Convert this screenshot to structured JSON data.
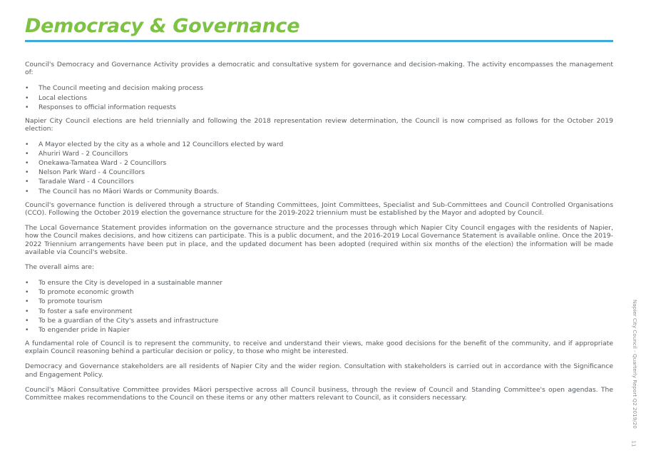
{
  "title": "Democracy & Governance",
  "intro": "Council's Democracy and Governance Activity provides a democratic and consultative system for governance and decision-making. The activity encompasses the management of:",
  "management_items": [
    "The Council meeting and decision making process",
    "Local elections",
    "Responses to official information requests"
  ],
  "elections_intro": "Napier City Council elections are held triennially and following the 2018 representation review determination, the Council is now comprised as follows for the October 2019 election:",
  "election_items": [
    "A Mayor elected by the city as a whole and 12 Councillors elected by ward",
    "Ahuriri Ward - 2 Councillors",
    "Onekawa-Tamatea Ward - 2 Councillors",
    "Nelson Park Ward - 4 Councillors",
    "Taradale Ward - 4 Councillors",
    "The Council has no Māori Wards or Community Boards."
  ],
  "governance_structure": "Council's governance function is delivered through a structure of Standing Committees, Joint Committees, Specialist and Sub-Committees and Council Controlled Organisations (CCO). Following the October 2019 election the governance structure for the 2019-2022 triennium must be established by the Mayor and adopted by Council.",
  "local_governance_statement": "The Local Governance Statement provides information on the governance structure and the processes through which Napier City Council engages with the residents of Napier, how the Council makes decisions, and how citizens can participate. This is a public document, and the 2016-2019 Local Governance Statement is available online. Once the 2019-2022 Triennium arrangements have been put in place, and the updated document has been adopted (required within six months of the election) the information will be made available via Council's website.",
  "aims_intro": "The overall aims are:",
  "aims_items": [
    "To ensure the City is developed in a sustainable manner",
    "To promote economic growth",
    "To promote tourism",
    "To foster a safe environment",
    "To be a guardian of the City's assets and infrastructure",
    "To engender pride in Napier"
  ],
  "role_paragraph": "A fundamental role of Council is to represent the community, to receive and understand their views, make good decisions for the benefit of the community, and if appropriate explain Council reasoning behind a particular decision or policy, to those who might be interested.",
  "stakeholders_paragraph": "Democracy and Governance stakeholders are all residents of Napier City and the wider region. Consultation with stakeholders is carried out in accordance with the Significance and Engagement Policy.",
  "maori_committee_paragraph": "Council's Māori Consultative Committee provides Māori perspective across all Council business, through the review of Council and Standing Committee's open agendas. The Committee makes recommendations to the Council on these items or any other matters relevant to Council, as it considers necessary.",
  "side_label": "Napier City Council - Quarterly Report Q2 2019/20",
  "page_number": "11",
  "colors": {
    "title": "#7dc242",
    "rule": "#3fa9e0",
    "body_text": "#555a5e"
  }
}
